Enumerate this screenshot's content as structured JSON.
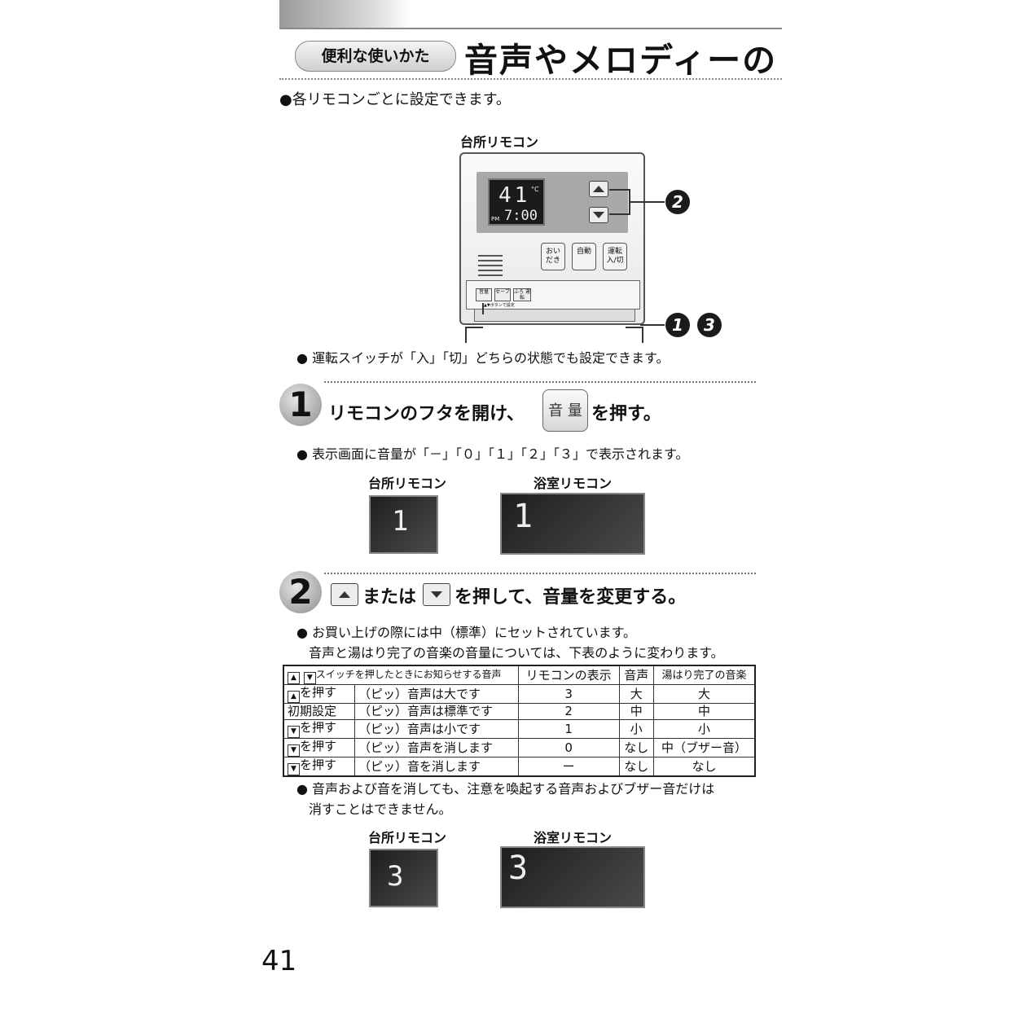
{
  "header": {
    "section_label": "便利な使いかた",
    "title": "音声やメロディーの"
  },
  "intro": "●各リモコンごとに設定できます。",
  "remote_figure": {
    "label": "台所リモコン",
    "lcd_temp": "41",
    "lcd_unit": "°C",
    "lcd_pm": "PM",
    "lcd_time": "7:00",
    "buttons": [
      {
        "label": "おい だき",
        "icon": "oidaki-button"
      },
      {
        "label": "自動",
        "icon": "auto-button"
      },
      {
        "label": "運転 入/切",
        "icon": "power-button"
      }
    ],
    "lid_buttons": [
      "音量",
      "セーブ",
      "ふろ 運転"
    ],
    "lid_caption": "▲▼ボタンで設定",
    "callouts": {
      "up_down": "2",
      "lid_1": "1",
      "lid_3": "3"
    }
  },
  "note_power": "運転スイッチが「入」「切」どちらの状態でも設定できます。",
  "step1": {
    "number": "1",
    "text_before": "リモコンのフタを開け、",
    "key_label": "音 量",
    "text_after": "を押す。",
    "note": "表示画面に音量が「－」「０」「１」「２」「３」で表示されます。",
    "kitchen_label": "台所リモコン",
    "bath_label": "浴室リモコン",
    "kitchen_value": "1",
    "bath_value": "1"
  },
  "step2": {
    "number": "2",
    "text_mid": "または",
    "text_after": "を押して、音量を変更する。",
    "note_line1": "お買い上げの際には中（標準）にセットされています。",
    "note_line2": "音声と湯はり完了の音楽の音量については、下表のように変わります。"
  },
  "table": {
    "headers": [
      "スイッチを押したときにお知らせする音声",
      "リモコンの表示",
      "音声",
      "湯はり完了の音楽"
    ],
    "rows": [
      {
        "action": "を押す",
        "icon": "up",
        "message": "（ピッ）音声は大です",
        "display": "3",
        "voice": "大",
        "music": "大"
      },
      {
        "action": "初期設定",
        "icon": "",
        "message": "（ピッ）音声は標準です",
        "display": "2",
        "voice": "中",
        "music": "中"
      },
      {
        "action": "を押す",
        "icon": "down",
        "message": "（ピッ）音声は小です",
        "display": "1",
        "voice": "小",
        "music": "小"
      },
      {
        "action": "を押す",
        "icon": "down",
        "message": "（ピッ）音声を消します",
        "display": "0",
        "voice": "なし",
        "music": "中（ブザー音）"
      },
      {
        "action": "を押す",
        "icon": "down",
        "message": "（ピッ）音を消します",
        "display": "ー",
        "voice": "なし",
        "music": "なし"
      }
    ]
  },
  "note_alert_line1": "音声および音を消しても、注意を喚起する音声およびブザー音だけは",
  "note_alert_line2": "消すことはできません。",
  "result": {
    "kitchen_label": "台所リモコン",
    "bath_label": "浴室リモコン",
    "kitchen_value": "3",
    "bath_value": "3"
  },
  "page_number": "41"
}
